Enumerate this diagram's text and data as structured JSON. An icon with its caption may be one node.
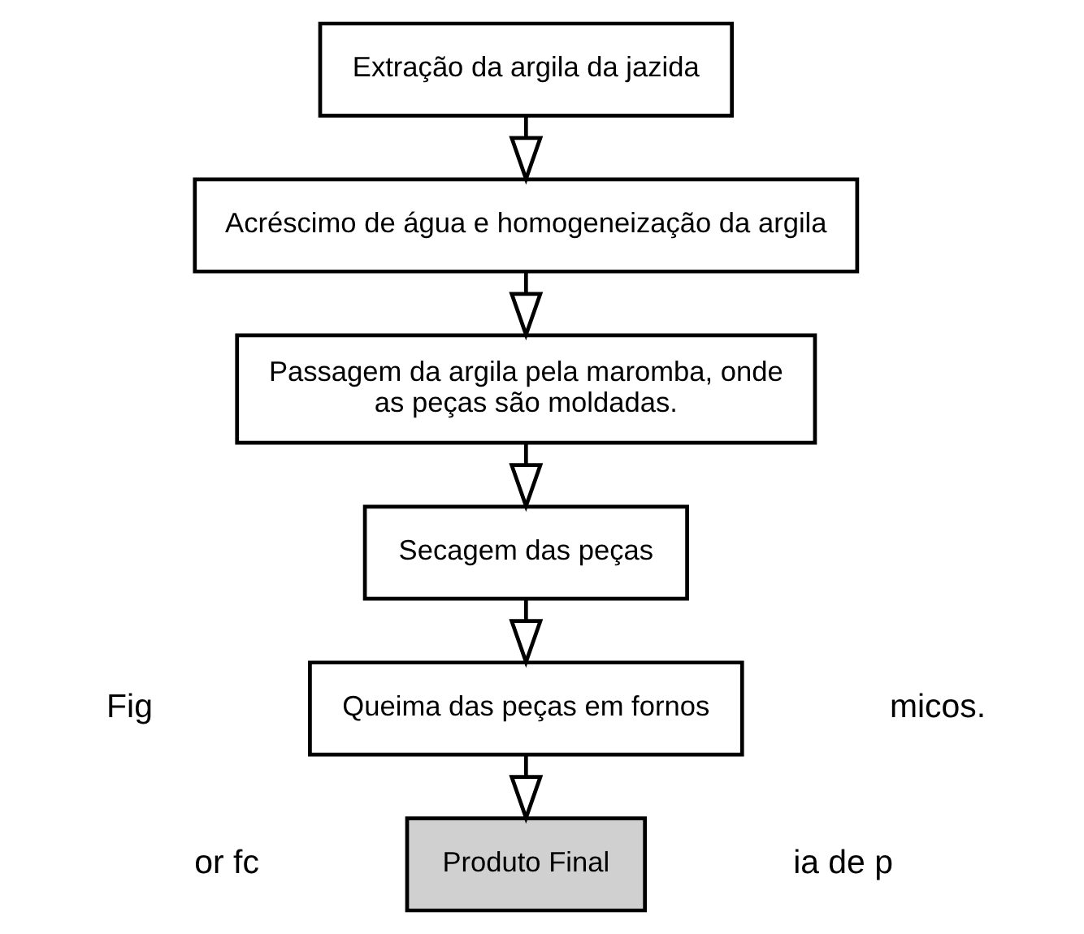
{
  "diagram": {
    "nodes": [
      {
        "text": [
          "Extração da argila da jazida"
        ]
      },
      {
        "text": [
          "Acréscimo de água e homogeneização da argila"
        ]
      },
      {
        "text": [
          "Passagem da argila pela maromba, onde as peças são moldadas."
        ]
      },
      {
        "text": [
          "Secagem das peças"
        ]
      },
      {
        "text": [
          "Queima das peças em fornos"
        ]
      },
      {
        "text": [
          "Produto Final"
        ]
      }
    ],
    "edges": [
      {
        "from": 0,
        "to": 1,
        "arrow": "to"
      },
      {
        "from": 1,
        "to": 2,
        "arrow": "to"
      },
      {
        "from": 2,
        "to": 3,
        "arrow": "to"
      },
      {
        "from": 3,
        "to": 4,
        "arrow": "to"
      },
      {
        "from": 4,
        "to": 5,
        "arrow": "to"
      }
    ],
    "labels": [
      "Fig",
      "micos.",
      "or fc",
      "ia de p"
    ]
  }
}
